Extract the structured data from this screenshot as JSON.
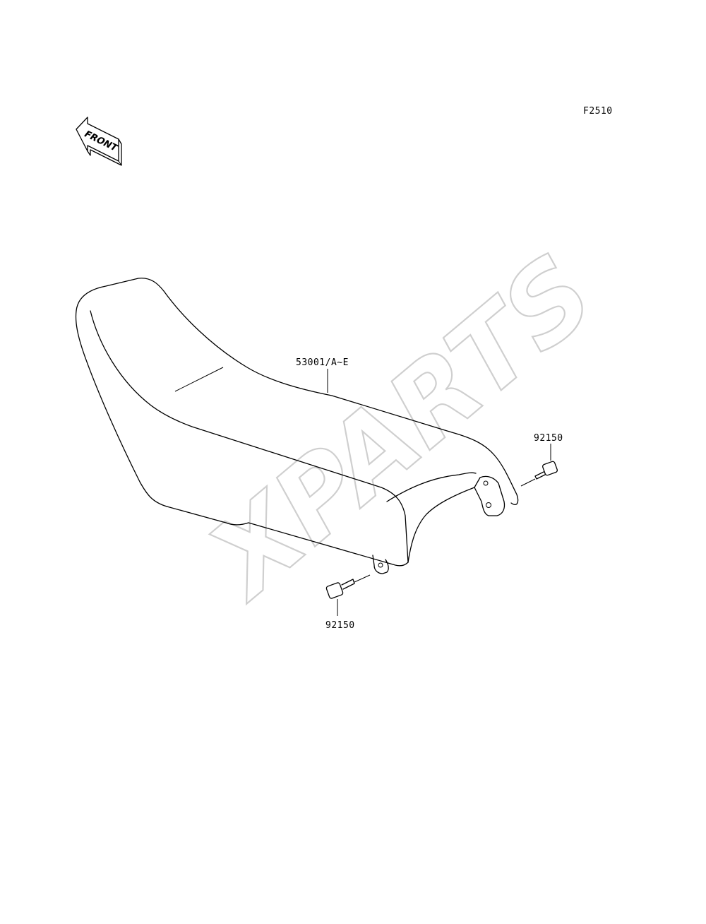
{
  "figure_code": "F2510",
  "front_indicator": {
    "text": "FRONT",
    "icon": "front-arrow-icon"
  },
  "watermark": "XPARTS",
  "parts": [
    {
      "number": "53001/A~E",
      "description_icon": "seat-assembly-icon"
    },
    {
      "number": "92150",
      "description_icon": "bolt-icon"
    },
    {
      "number": "92150",
      "description_icon": "bolt-icon"
    }
  ]
}
